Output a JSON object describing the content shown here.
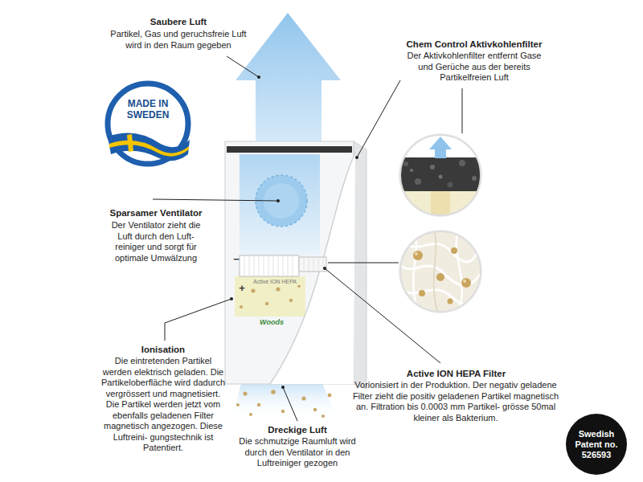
{
  "diagram": {
    "nodes": [
      {
        "text": [
          "MADE IN SWEDEN"
        ]
      },
      {
        "text": [
          "Swedish Patent no. 526593"
        ]
      }
    ],
    "labels": [
      "Saubere Luft",
      "Partikel, Gas und geruchsfreie Luft wird in den Raum gegeben",
      "Chem Control Aktivkohlenfilter",
      "Der Aktivkohlenfilter entfernt Gase und Gerüche aus der bereits Partikelfreien Luft",
      "Sparsamer Ventilator",
      "Der Ventilator zieht die Luft durch den Luft- reiniger und sorgt für optimale Umwälzung",
      "−",
      "+",
      "Active ION HEPA",
      "Woods",
      "Ionisation",
      "Die eintretenden Partikel werden elektrisch geladen. Die Partikeloberfläche wird dadurch vergrössert und magnetisiert. Die Partikel werden jetzt vom ebenfalls geladenen Filter magnetisch angezogen. Diese Luftreini- gungstechnik ist Patentiert.",
      "Active ION HEPA Filter",
      "Vorionisiert in der Produktion. Der negativ geladene Filter zieht die positiv geladenen Partikel magnetisch an. Filtration bis 0.0003 mm Partikel- grösse 50mal kleiner als Bakterium.",
      "Dreckige Luft",
      "Die schmutzige Raumluft wird durch den Ventilator in den Luftreiniger gezogen"
    ]
  }
}
